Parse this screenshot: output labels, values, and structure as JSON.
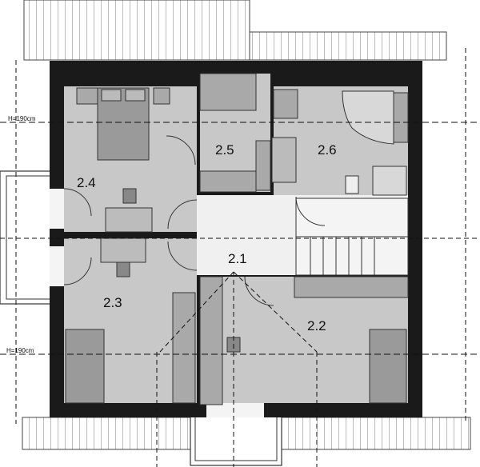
{
  "rooms": [
    {
      "id": "2.4",
      "label": "2.4"
    },
    {
      "id": "2.5",
      "label": "2.5"
    },
    {
      "id": "2.6",
      "label": "2.6"
    },
    {
      "id": "2.1",
      "label": "2.1"
    },
    {
      "id": "2.3",
      "label": "2.3"
    },
    {
      "id": "2.2",
      "label": "2.2"
    }
  ],
  "dimension_lines": [
    {
      "id": "top",
      "label": "H=190cm"
    },
    {
      "id": "bottom",
      "label": "H=190cm"
    }
  ],
  "colors": {
    "wall": "#1a1a1a",
    "floor": "#c8c8c8",
    "hall": "#f0f0f0",
    "furniture": "#a9a9a9",
    "roof": "#ffffff"
  }
}
